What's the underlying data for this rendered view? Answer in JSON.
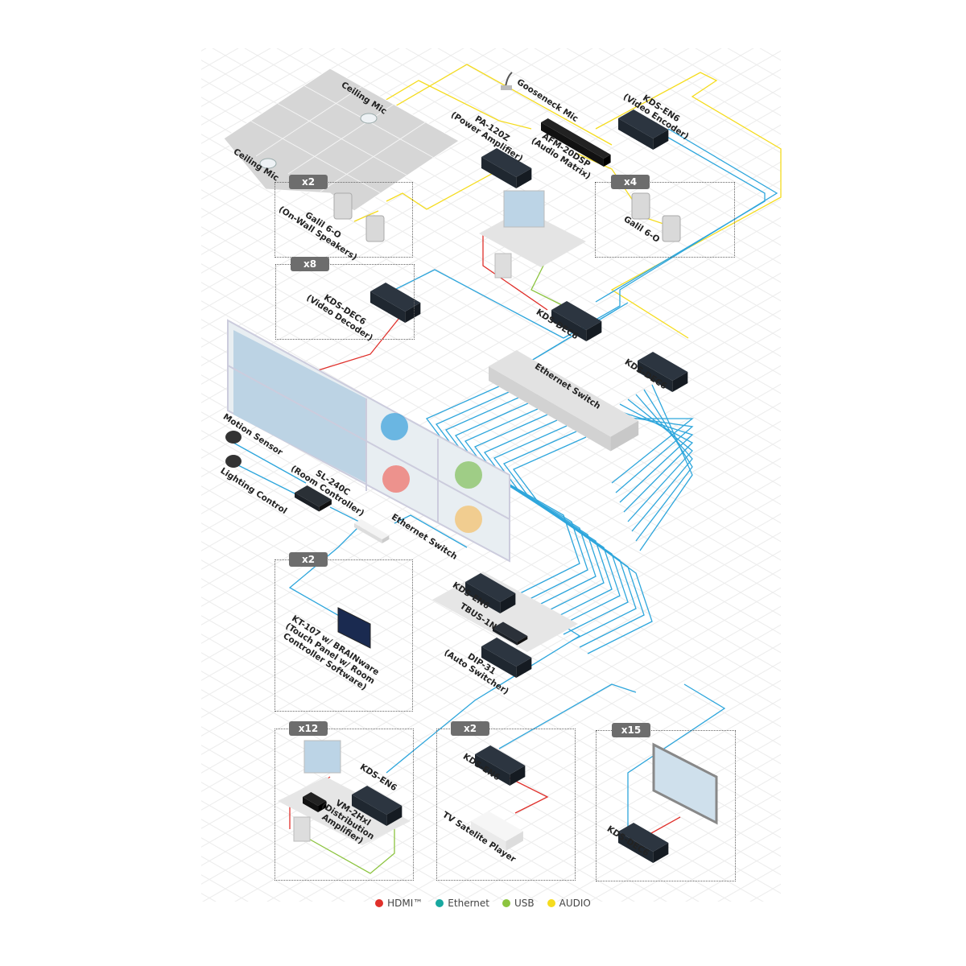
{
  "colors": {
    "hdmi": "#e0302b",
    "ethernet": "#2ea6dc",
    "usb": "#8cc43f",
    "audio": "#f5dc1e",
    "device": "#1f2730"
  },
  "labels": {
    "ceiling_mic_top": "Ceiling Mic",
    "ceiling_mic_left": "Ceiling Mic",
    "gooseneck_mic": "Gooseneck Mic",
    "kds_en6_encoder": [
      "KDS-EN6",
      "(Video Encoder)"
    ],
    "pa_120z": [
      "PA-120Z",
      "(Power Amplifier)"
    ],
    "afm_20dsp": [
      "AFM-20DSP",
      "(Audio Matrix)"
    ],
    "galil_onwall": [
      "Galil 6-O",
      "(On-Wall Speakers)"
    ],
    "galil_right": "Galil 6-O",
    "kds_dec6_decoder": [
      "KDS-DEC6",
      "(Video Decoder)"
    ],
    "kds_dec6_mid": "KDS-DEC6",
    "ethernet_switch_main": "Ethernet Switch",
    "kds_dec6_right": "KDS-DEC6",
    "motion_sensor": "Motion Sensor",
    "lighting_control": "Lighting Control",
    "sl_240c": [
      "SL-240C",
      "(Room Controller)"
    ],
    "ethernet_switch_small": "Ethernet Switch",
    "kt_107": [
      "KT-107 w/ BRAINware",
      "(Touch Panel w/ Room",
      "Controller Software)"
    ],
    "kds_en6_table": "KDS-EN6",
    "tbus_1n": "TBUS-1N",
    "dip_31": [
      "DIP-31",
      "(Auto Switcher)"
    ],
    "kds_en6_x12": "KDS-EN6",
    "vm_2hxl": [
      "VM-2Hxl",
      "(Distribution",
      "Amplifier)"
    ],
    "kds_en6_x2": "KDS-EN6",
    "tv_satellite": "TV Satelite Player",
    "kds_dec6_x15": "KDS-DEC6"
  },
  "badges": {
    "speakers": "x2",
    "galil_right": "x4",
    "decoders": "x8",
    "touch_panel": "x2",
    "workstations": "x12",
    "satellite": "x2",
    "displays": "x15"
  },
  "legend": [
    {
      "label": "HDMI™",
      "color": "#e0302b"
    },
    {
      "label": "Ethernet",
      "color": "#18a8a0"
    },
    {
      "label": "USB",
      "color": "#8cc43f"
    },
    {
      "label": "AUDIO",
      "color": "#f5dc1e"
    }
  ]
}
